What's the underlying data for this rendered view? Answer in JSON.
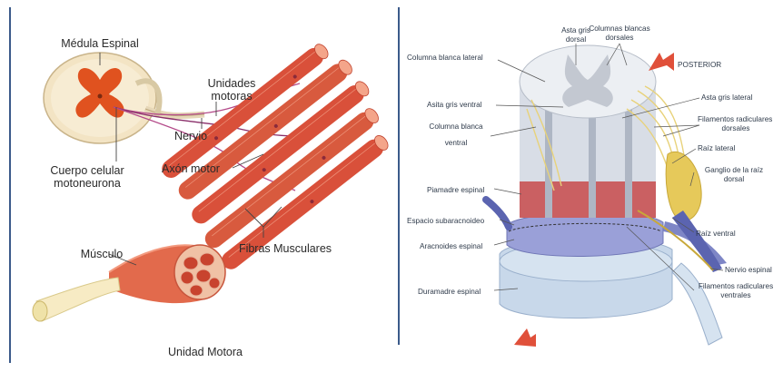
{
  "left_diagram": {
    "caption": "Unidad Motora",
    "labels": {
      "spinal_cord": "Médula Espinal",
      "motor_units_line1": "Unidades",
      "motor_units_line2": "motoras",
      "nerve": "Nervio",
      "cell_body_line1": "Cuerpo celular",
      "cell_body_line2": "motoneurona",
      "motor_axon": "Axón motor",
      "muscle": "Músculo",
      "muscle_fibers": "Fibras Musculares"
    }
  },
  "right_diagram": {
    "labels": {
      "gray_dorsal_line1": "Asta gris",
      "gray_dorsal_line2": "dorsal",
      "white_dorsal_line1": "Columnas blancas",
      "white_dorsal_line2": "dorsales",
      "posterior": "POSTERIOR",
      "white_lateral": "Columna blanca lateral",
      "gray_ventral": "Asita gris ventral",
      "white_ventral_line1": "Columna blanca",
      "white_ventral_line2": "ventral",
      "gray_lateral": "Asta gris lateral",
      "rootlets_dorsal_line1": "Filamentos radiculares",
      "rootlets_dorsal_line2": "dorsales",
      "root_lateral": "Raíz lateral",
      "ganglion_line1": "Ganglio de la raíz",
      "ganglion_line2": "dorsal",
      "pia": "Piamadre espinal",
      "subarachnoid": "Espacio subaracnoideo",
      "arachnoid": "Aracnoides espinal",
      "root_ventral": "Raíz ventral",
      "spinal_nerve": "Nervio espinal",
      "dura": "Duramadre espinal",
      "rootlets_ventral_line1": "Filamentos radiculares",
      "rootlets_ventral_line2": "ventrales"
    }
  },
  "colors": {
    "muscle": "#d9503a",
    "muscle_light": "#f08a6a",
    "gray_matter": "#e0521f",
    "cord_cream": "#f3e4c4",
    "dura_blue": "#c8d8ea",
    "arachnoid_violet": "#9aa0d8",
    "pia_red": "#c84a4a",
    "root_yellow": "#e8d27a",
    "arrow_red": "#e0503a",
    "divider": "#3b5a8a"
  }
}
